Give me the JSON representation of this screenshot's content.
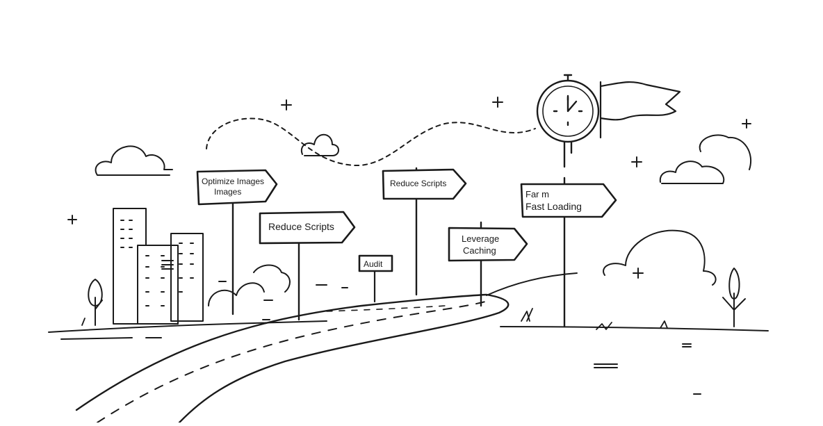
{
  "signs": {
    "optimize": {
      "line1": "Optimize Images",
      "line2": "Images"
    },
    "reduce_left": {
      "label": "Reduce Scripts"
    },
    "audit": {
      "label": "Audit"
    },
    "reduce_right": {
      "label": "Reduce Scripts"
    },
    "leverage": {
      "line1": "Leverage",
      "line2": "Caching"
    },
    "fast": {
      "line1": "Far m",
      "line2": "Fast Loading"
    }
  },
  "colors": {
    "ink": "#1a1a1a",
    "background": "#ffffff"
  },
  "icons": [
    "stopwatch-icon",
    "finish-flag-icon",
    "cloud-icon",
    "sparkle-icon",
    "building-icon",
    "tree-icon"
  ]
}
